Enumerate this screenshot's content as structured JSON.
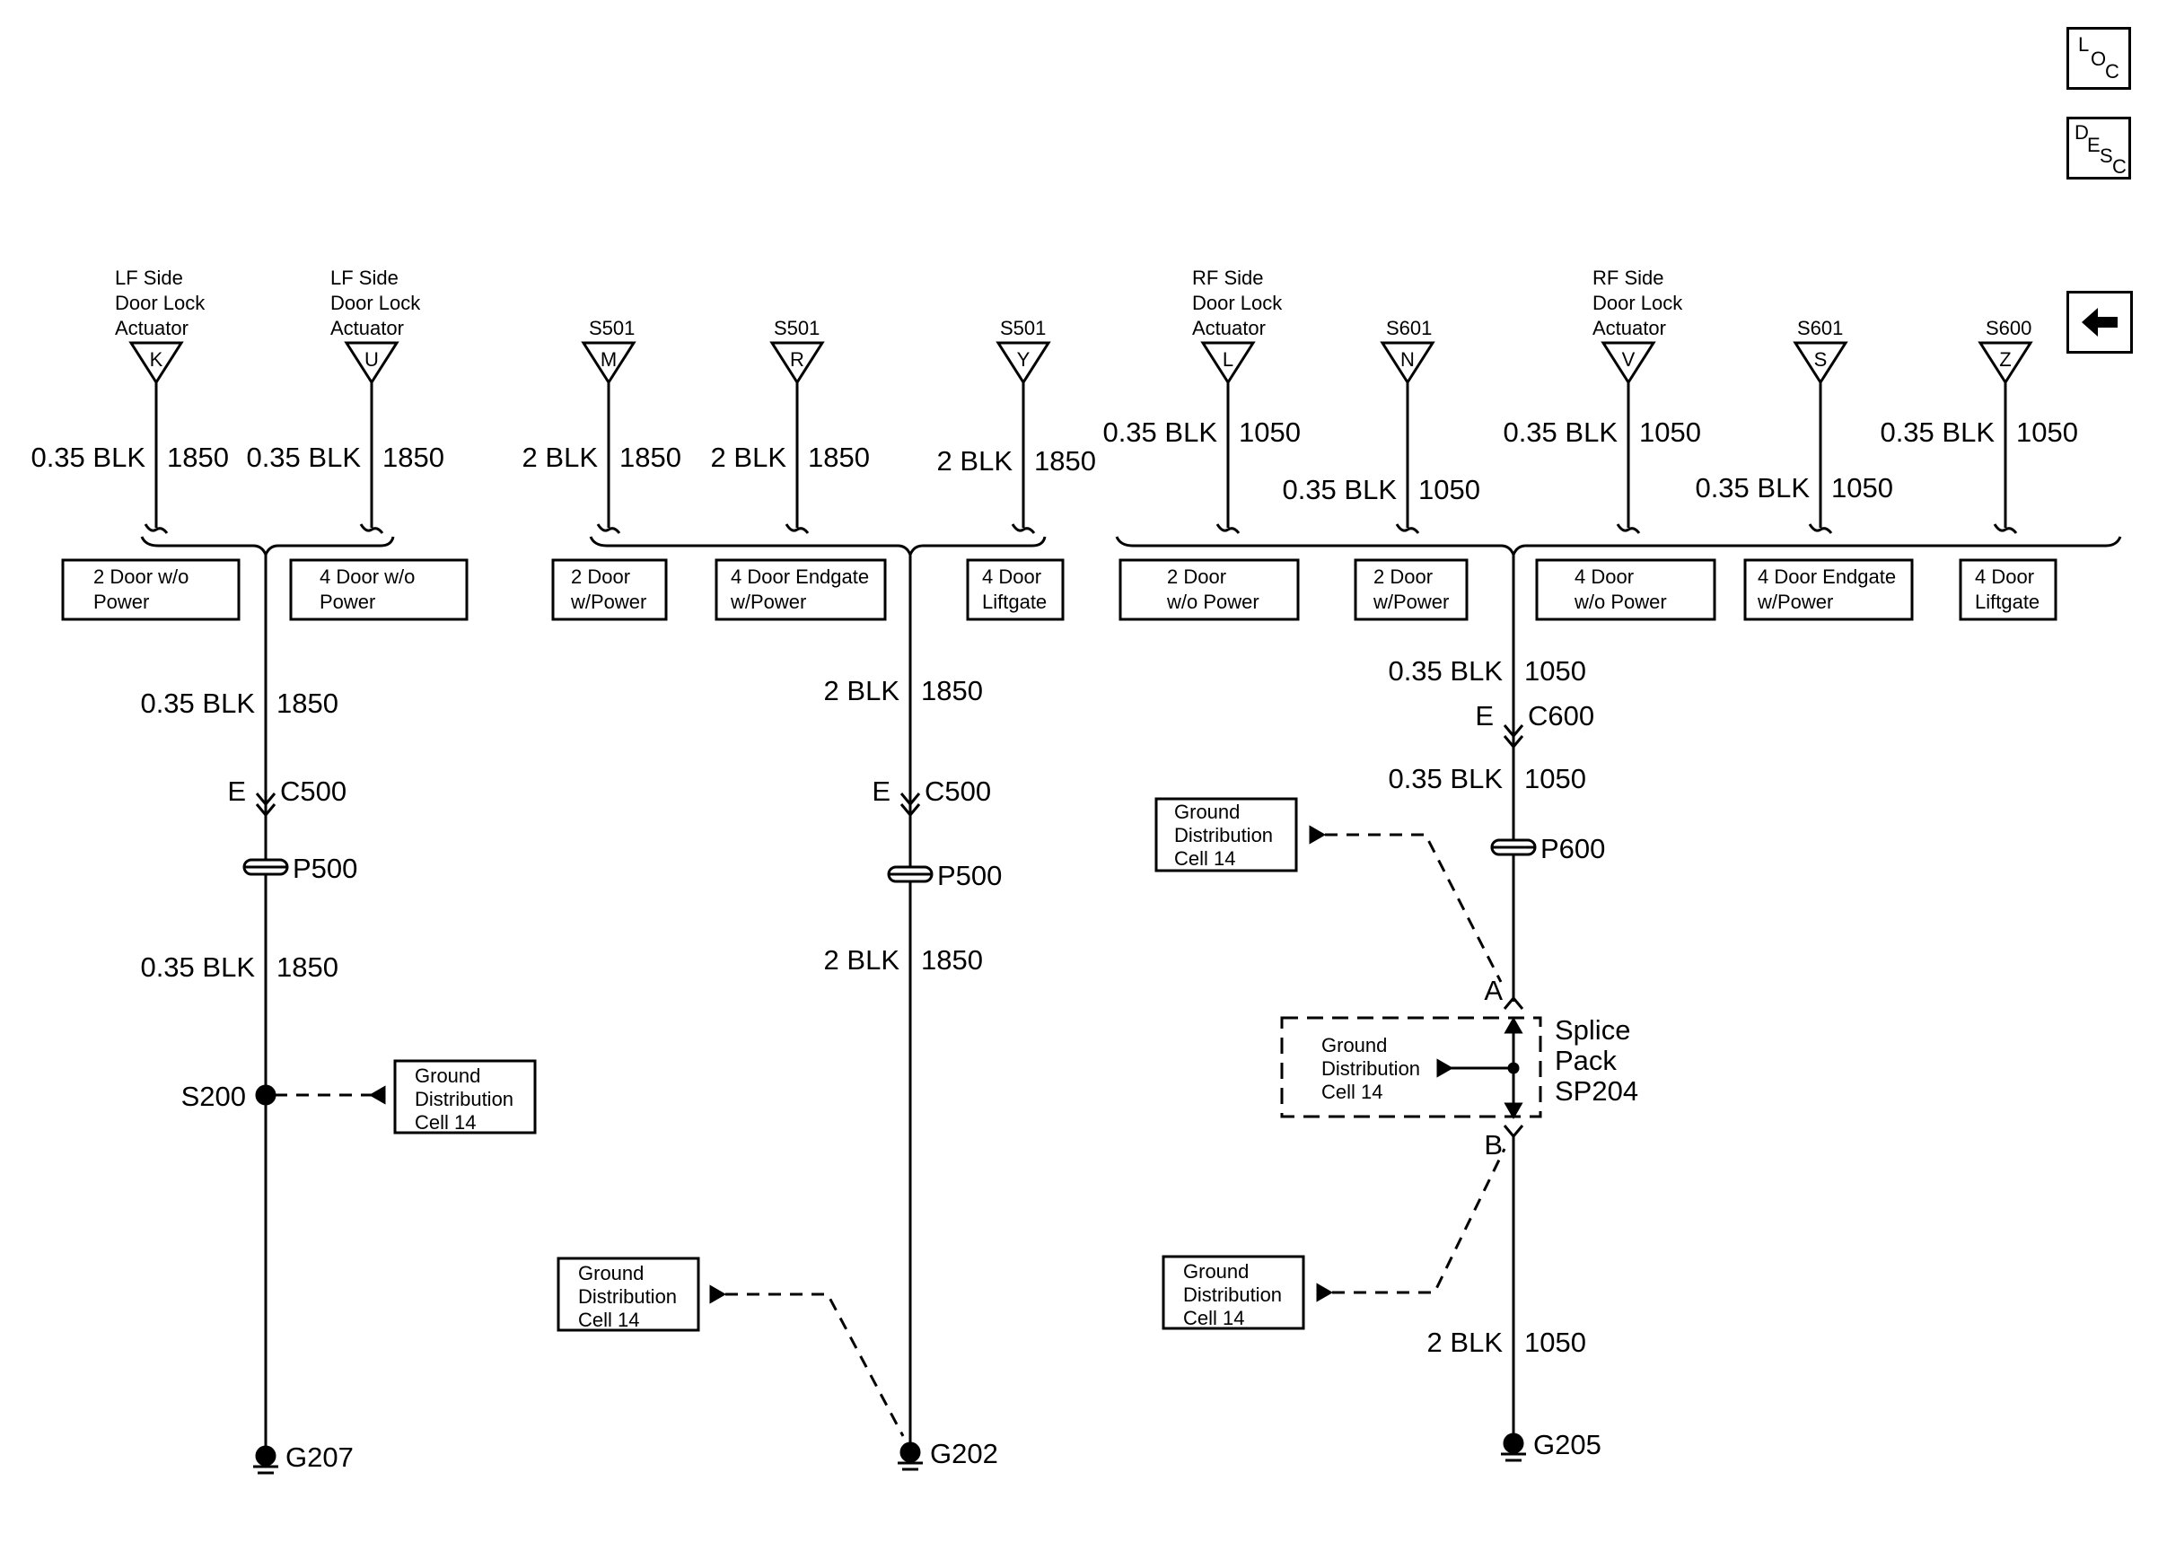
{
  "nav": {
    "loc": [
      "L",
      "O",
      "C"
    ],
    "desc": [
      "D",
      "E",
      "S",
      "C"
    ],
    "back_icon": "left-arrow-icon"
  },
  "col1": {
    "ref_k": {
      "label": [
        "LF Side",
        "Door Lock",
        "Actuator"
      ],
      "letter": "K"
    },
    "ref_u": {
      "label": [
        "LF Side",
        "Door Lock",
        "Actuator"
      ],
      "letter": "U"
    },
    "wire_k": {
      "gauge": "0.35 BLK",
      "circuit": "1850"
    },
    "wire_u": {
      "gauge": "0.35 BLK",
      "circuit": "1850"
    },
    "option_a": [
      "2 Door w/o",
      "Power"
    ],
    "option_b": [
      "4 Door w/o",
      "Power"
    ],
    "wire_main": {
      "gauge": "0.35 BLK",
      "circuit": "1850"
    },
    "connector": {
      "pin": "E",
      "name": "C500"
    },
    "passthrough": "P500",
    "wire_lower": {
      "gauge": "0.35 BLK",
      "circuit": "1850"
    },
    "splice": "S200",
    "ground_ref": [
      "Ground",
      "Distribution",
      "Cell 14"
    ],
    "ground": "G207"
  },
  "col2": {
    "ref_m": {
      "label": "S501",
      "letter": "M"
    },
    "ref_r": {
      "label": "S501",
      "letter": "R"
    },
    "ref_y": {
      "label": "S501",
      "letter": "Y"
    },
    "wire_m": {
      "gauge": "2 BLK",
      "circuit": "1850"
    },
    "wire_r": {
      "gauge": "2 BLK",
      "circuit": "1850"
    },
    "wire_y": {
      "gauge": "2 BLK",
      "circuit": "1850"
    },
    "option_a": [
      "2 Door",
      "w/Power"
    ],
    "option_b": [
      "4 Door Endgate",
      "w/Power"
    ],
    "option_c": [
      "4 Door",
      "Liftgate"
    ],
    "wire_main": {
      "gauge": "2 BLK",
      "circuit": "1850"
    },
    "connector": {
      "pin": "E",
      "name": "C500"
    },
    "passthrough": "P500",
    "wire_lower": {
      "gauge": "2 BLK",
      "circuit": "1850"
    },
    "ground_ref": [
      "Ground",
      "Distribution",
      "Cell 14"
    ],
    "ground": "G202"
  },
  "col3": {
    "ref_l": {
      "label": [
        "RF Side",
        "Door Lock",
        "Actuator"
      ],
      "letter": "L"
    },
    "ref_n": {
      "label": "S601",
      "letter": "N"
    },
    "ref_v": {
      "label": [
        "RF Side",
        "Door Lock",
        "Actuator"
      ],
      "letter": "V"
    },
    "ref_s": {
      "label": "S601",
      "letter": "S"
    },
    "ref_z": {
      "label": "S600",
      "letter": "Z"
    },
    "wire_l": {
      "gauge": "0.35 BLK",
      "circuit": "1050"
    },
    "wire_n": {
      "gauge": "0.35 BLK",
      "circuit": "1050"
    },
    "wire_v": {
      "gauge": "0.35 BLK",
      "circuit": "1050"
    },
    "wire_s": {
      "gauge": "0.35 BLK",
      "circuit": "1050"
    },
    "wire_z": {
      "gauge": "0.35 BLK",
      "circuit": "1050"
    },
    "option_a": [
      "2 Door",
      "w/o Power"
    ],
    "option_b": [
      "2 Door",
      "w/Power"
    ],
    "option_c": [
      "4 Door",
      "w/o Power"
    ],
    "option_d": [
      "4 Door Endgate",
      "w/Power"
    ],
    "option_e": [
      "4 Door",
      "Liftgate"
    ],
    "wire_main": {
      "gauge": "0.35 BLK",
      "circuit": "1050"
    },
    "connector": {
      "pin": "E",
      "name": "C600"
    },
    "wire_mid": {
      "gauge": "0.35 BLK",
      "circuit": "1050"
    },
    "passthrough": "P600",
    "ground_ref_top": [
      "Ground",
      "Distribution",
      "Cell 14"
    ],
    "pin_a": "A",
    "splice_pack": [
      "Splice",
      "Pack",
      "SP204"
    ],
    "splice_inner_ref": [
      "Ground",
      "Distribution",
      "Cell 14"
    ],
    "pin_b": "B",
    "ground_ref_bottom": [
      "Ground",
      "Distribution",
      "Cell 14"
    ],
    "wire_lower": {
      "gauge": "2 BLK",
      "circuit": "1050"
    },
    "ground": "G205"
  }
}
